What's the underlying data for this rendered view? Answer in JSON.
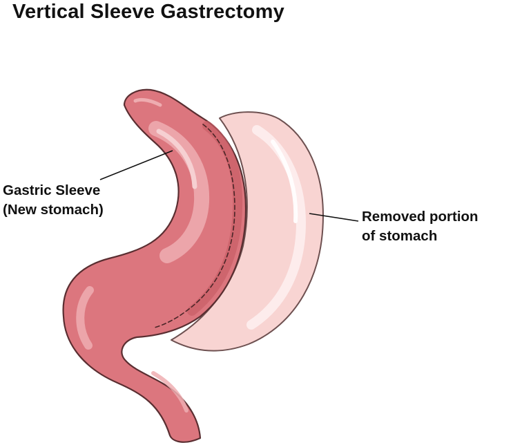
{
  "title": "Vertical Sleeve Gastrectomy",
  "labels": {
    "gastric_sleeve": {
      "line1": "Gastric Sleeve",
      "line2": "(New stomach)"
    },
    "removed_portion": {
      "line1": "Removed portion",
      "line2": "of stomach"
    }
  },
  "colors": {
    "sleeve_fill": "#dc767e",
    "sleeve_outline": "#5a2e31",
    "removed_fill": "#f8d4d2",
    "removed_outline": "#6d5050",
    "staple_line": "#4a2527",
    "leader_line": "#111111"
  }
}
